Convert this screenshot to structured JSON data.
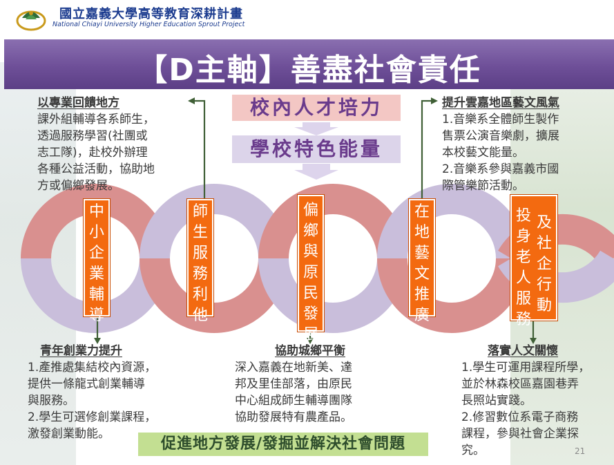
{
  "header": {
    "school_cn": "國立嘉義大學高等教育深耕計畫",
    "school_en": "National Chiayi University Higher Education Sprout Project"
  },
  "title": "【D主軸】善盡社會責任",
  "center": {
    "talent": "校內人才培力",
    "feature": "學校特色能量"
  },
  "top_left": {
    "heading": "以專業回饋地方",
    "lines": [
      "課外組輔導各系師生，",
      "透過服務學習(社團或",
      "志工隊)，赴校外辦理",
      "各種公益活動，協助地",
      "方或偏鄉發展。"
    ]
  },
  "top_right": {
    "heading": "提升雲嘉地區藝文風氣",
    "lines": [
      "1.音樂系全體師生製作",
      "售票公演音樂劇，擴展",
      "本校藝文能量。",
      "2.音樂系參與嘉義市國",
      "際管樂節活動。"
    ]
  },
  "bottom_left": {
    "heading": "青年創業力提升",
    "lines": [
      "1.產推處集結校內資源，",
      "提供一條龍式創業輔導",
      "與服務。",
      "2.學生可選修創業課程，",
      "激發創業動能。"
    ]
  },
  "bottom_mid": {
    "heading": "協助城鄉平衡",
    "lines": [
      "深入嘉義在地新美、達",
      "邦及里佳部落，由原民",
      "中心組成師生輔導團隊",
      "協助發展特有農產品。"
    ]
  },
  "bottom_right": {
    "heading": "落實人文關懷",
    "lines": [
      "1.學生可運用課程所學，",
      "並於林森校區嘉園巷弄",
      "長照站實踐。",
      "2.修習數位系電子商務",
      "課程，參與社會企業探",
      "究。"
    ]
  },
  "pillars": [
    {
      "label": "中小企業輔導"
    },
    {
      "label": "師生服務利他"
    },
    {
      "label": "偏鄉與原民發展"
    },
    {
      "label": "在地藝文推廣"
    },
    {
      "label": "投身老人服務",
      "label2": "及社企行動"
    }
  ],
  "slogan": "促進地方發展/發掘並解決社會問題",
  "page_number": "21",
  "colors": {
    "title_bar": "#6e4f98",
    "pillar": "#f36a10",
    "wave_pink": "#d9908f",
    "wave_lavender": "#c9bedb",
    "slogan_bg": "#c3df92",
    "arrow": "#3f5f36"
  }
}
